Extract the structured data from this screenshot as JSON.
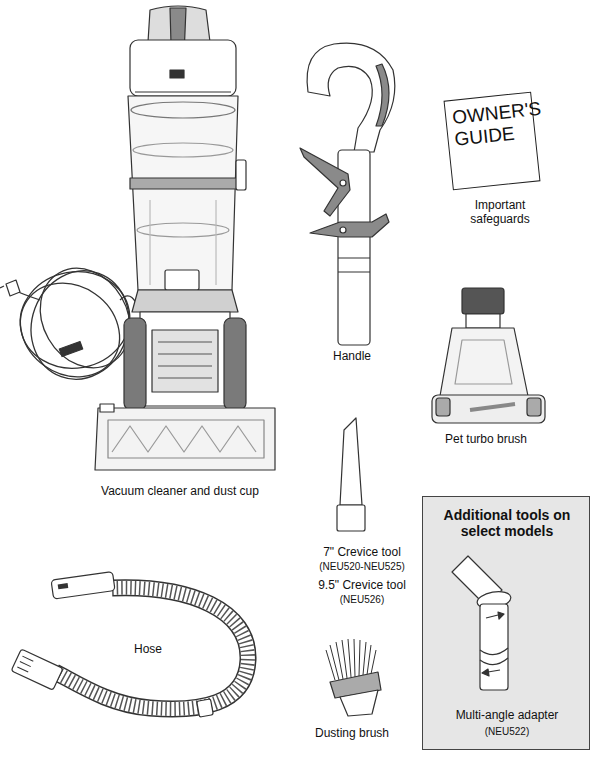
{
  "diagram": {
    "nodes": [
      {
        "text": [
          "OWNER'S GUIDE"
        ]
      },
      {
        "text": [
          "Additional tools on select models",
          "Multi-angle adapter",
          "(NEU522)"
        ]
      }
    ],
    "labels": [
      "Vacuum cleaner and dust cup",
      "Handle",
      "Important safeguards",
      "Pet turbo brush",
      "7\" Crevice tool",
      "(NEU520-NEU525)",
      "9.5\" Crevice tool",
      "(NEU526)",
      "Hose",
      "Dusting brush"
    ]
  }
}
